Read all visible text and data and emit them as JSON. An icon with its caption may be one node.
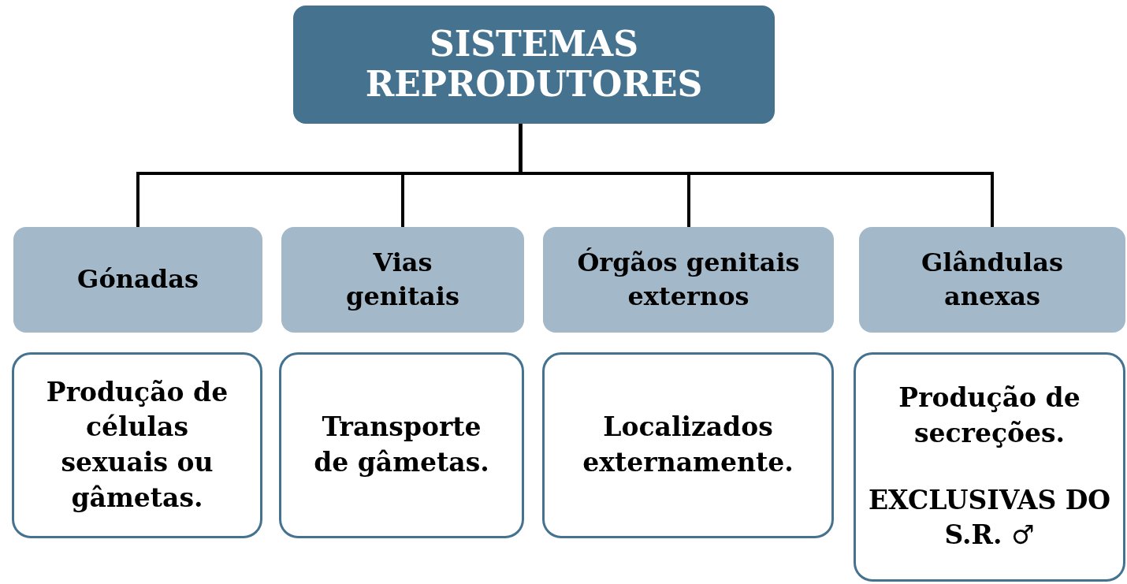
{
  "diagram": {
    "nodes": [
      {
        "text": [
          "SISTEMAS REPRODUTORES"
        ]
      },
      {
        "text": [
          "Gónadas"
        ]
      },
      {
        "text": [
          "Vias genitais"
        ]
      },
      {
        "text": [
          "Órgãos genitais externos"
        ]
      },
      {
        "text": [
          "Glândulas anexas"
        ]
      },
      {
        "text": [
          "Produção de células sexuais ou gâmetas."
        ]
      },
      {
        "text": [
          "Transporte de gâmetas."
        ]
      },
      {
        "text": [
          "Localizados externamente."
        ]
      },
      {
        "text": [
          "Produção de secreções.",
          "EXCLUSIVAS DO S.R. ♂"
        ]
      }
    ],
    "edges": [
      {
        "from": 0,
        "to": 1,
        "arrow": "none"
      },
      {
        "from": 0,
        "to": 2,
        "arrow": "none"
      },
      {
        "from": 0,
        "to": 3,
        "arrow": "none"
      },
      {
        "from": 0,
        "to": 4,
        "arrow": "none"
      }
    ]
  }
}
